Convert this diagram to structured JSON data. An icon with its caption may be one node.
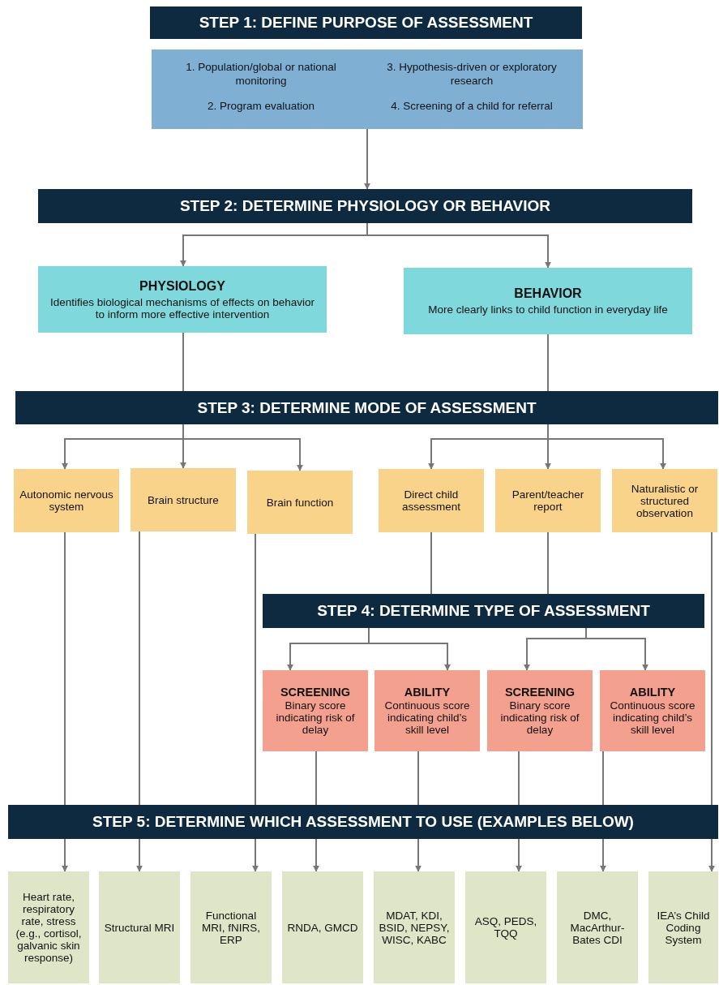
{
  "diagram": {
    "nodes": [
      {
        "text": [
          "STEP 1: DEFINE PURPOSE OF ASSESSMENT"
        ]
      },
      {
        "text": [
          "1. Population/global or national monitoring",
          "2. Program evaluation",
          "3. Hypothesis-driven or exploratory research",
          "4. Screening of a child for referral"
        ]
      },
      {
        "text": [
          "STEP 2: DETERMINE PHYSIOLOGY OR BEHAVIOR"
        ]
      },
      {
        "text": [
          "PHYSIOLOGY",
          "Identifies biological mechanisms of effects on behavior to inform more effective intervention"
        ]
      },
      {
        "text": [
          "BEHAVIOR",
          "More clearly links to child function in everyday life"
        ]
      },
      {
        "text": [
          "STEP 3: DETERMINE MODE OF ASSESSMENT"
        ]
      },
      {
        "text": [
          "Autonomic nervous system"
        ]
      },
      {
        "text": [
          "Brain structure"
        ]
      },
      {
        "text": [
          "Brain function"
        ]
      },
      {
        "text": [
          "Direct child assessment"
        ]
      },
      {
        "text": [
          "Parent/teacher report"
        ]
      },
      {
        "text": [
          "Naturalistic or structured observation"
        ]
      },
      {
        "text": [
          "STEP 4: DETERMINE TYPE OF ASSESSMENT"
        ]
      },
      {
        "text": [
          "SCREENING",
          "Binary score indicating risk of delay"
        ]
      },
      {
        "text": [
          "ABILITY",
          "Continuous score indicating child’s skill level"
        ]
      },
      {
        "text": [
          "SCREENING",
          "Binary score indicating risk of delay"
        ]
      },
      {
        "text": [
          "ABILITY",
          "Continuous score indicating child’s skill level"
        ]
      },
      {
        "text": [
          "STEP 5: DETERMINE WHICH ASSESSMENT TO USE (EXAMPLES BELOW)"
        ]
      },
      {
        "text": [
          "Heart rate, respiratory rate, stress (e.g., cortisol, galvanic skin response)"
        ]
      },
      {
        "text": [
          "Structural MRI"
        ]
      },
      {
        "text": [
          "Functional MRI, fNIRS, ERP"
        ]
      },
      {
        "text": [
          "RNDA, GMCD"
        ]
      },
      {
        "text": [
          "MDAT, KDI, BSID, NEPSY, WISC, KABC"
        ]
      },
      {
        "text": [
          "ASQ, PEDS, TQQ"
        ]
      },
      {
        "text": [
          "DMC, MacArthur-Bates CDI"
        ]
      },
      {
        "text": [
          "IEA’s Child Coding System"
        ]
      }
    ],
    "edges": [
      {
        "from": 1,
        "to": 2,
        "arrow": "to"
      },
      {
        "from": 2,
        "to": 3,
        "arrow": "to"
      },
      {
        "from": 2,
        "to": 4,
        "arrow": "to"
      },
      {
        "from": 3,
        "to": 5,
        "arrow": "none"
      },
      {
        "from": 4,
        "to": 5,
        "arrow": "none"
      },
      {
        "from": 5,
        "to": 6,
        "arrow": "to"
      },
      {
        "from": 5,
        "to": 7,
        "arrow": "to"
      },
      {
        "from": 5,
        "to": 8,
        "arrow": "to"
      },
      {
        "from": 5,
        "to": 9,
        "arrow": "to"
      },
      {
        "from": 5,
        "to": 10,
        "arrow": "to"
      },
      {
        "from": 5,
        "to": 11,
        "arrow": "to"
      },
      {
        "from": 9,
        "to": 12,
        "arrow": "none"
      },
      {
        "from": 10,
        "to": 12,
        "arrow": "none"
      },
      {
        "from": 12,
        "to": 13,
        "arrow": "to"
      },
      {
        "from": 12,
        "to": 14,
        "arrow": "to"
      },
      {
        "from": 12,
        "to": 15,
        "arrow": "to"
      },
      {
        "from": 12,
        "to": 16,
        "arrow": "to"
      },
      {
        "from": 6,
        "to": 17,
        "arrow": "none"
      },
      {
        "from": 7,
        "to": 17,
        "arrow": "none"
      },
      {
        "from": 8,
        "to": 17,
        "arrow": "none"
      },
      {
        "from": 13,
        "to": 17,
        "arrow": "none"
      },
      {
        "from": 14,
        "to": 17,
        "arrow": "none"
      },
      {
        "from": 15,
        "to": 17,
        "arrow": "none"
      },
      {
        "from": 16,
        "to": 17,
        "arrow": "none"
      },
      {
        "from": 11,
        "to": 17,
        "arrow": "none"
      },
      {
        "from": 17,
        "to": 18,
        "arrow": "to"
      },
      {
        "from": 17,
        "to": 19,
        "arrow": "to"
      },
      {
        "from": 17,
        "to": 20,
        "arrow": "to"
      },
      {
        "from": 17,
        "to": 21,
        "arrow": "to"
      },
      {
        "from": 17,
        "to": 22,
        "arrow": "to"
      },
      {
        "from": 17,
        "to": 23,
        "arrow": "to"
      },
      {
        "from": 17,
        "to": 24,
        "arrow": "to"
      },
      {
        "from": 17,
        "to": 25,
        "arrow": "to"
      }
    ]
  }
}
